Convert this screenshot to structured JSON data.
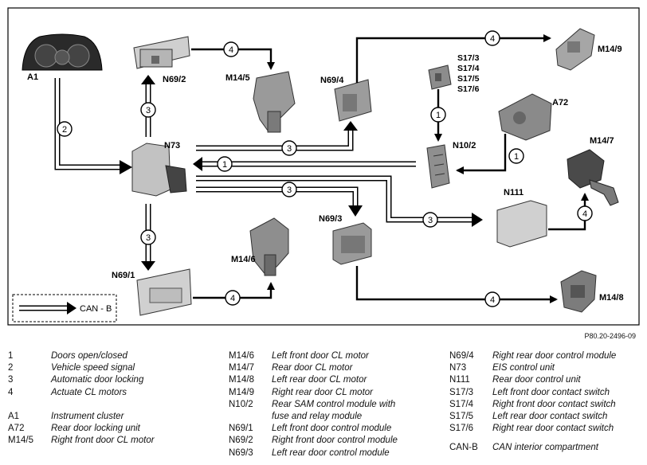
{
  "diagram": {
    "components": {
      "A1": "A1",
      "N69_2": "N69/2",
      "M14_5": "M14/5",
      "N69_4": "N69/4",
      "S17": [
        "S17/3",
        "S17/4",
        "S17/5",
        "S17/6"
      ],
      "M14_9": "M14/9",
      "A72": "A72",
      "N73": "N73",
      "N10_2": "N10/2",
      "M14_7": "M14/7",
      "N111": "N111",
      "N69_3": "N69/3",
      "M14_6": "M14/6",
      "N69_1": "N69/1",
      "M14_8": "M14/8"
    },
    "signals": {
      "a1_n73": "2",
      "n73_n692": "3",
      "n692_m145": "4",
      "n73_n694": "3",
      "n694_m149": "4",
      "s17_n102": "1",
      "a72_n102": "1",
      "n102_n73": "1",
      "n73_n693": "3",
      "n73_n111": "3",
      "n111_m147": "4",
      "n73_n691": "3",
      "n691_m146": "4",
      "n693_m148": "4"
    },
    "can_legend": "CAN - B"
  },
  "reference": "P80.20-2496-09",
  "legend": {
    "col1": [
      {
        "key": "1",
        "value": "Doors open/closed"
      },
      {
        "key": "2",
        "value": "Vehicle speed signal"
      },
      {
        "key": "3",
        "value": "Automatic door locking"
      },
      {
        "key": "4",
        "value": "Actuate CL motors"
      },
      {
        "key": "A1",
        "value": "Instrument cluster"
      },
      {
        "key": "A72",
        "value": "Rear door locking unit"
      },
      {
        "key": "M14/5",
        "value": "Right front door CL motor"
      }
    ],
    "col2": [
      {
        "key": "M14/6",
        "value": "Left front door CL motor"
      },
      {
        "key": "M14/7",
        "value": "Rear door CL motor"
      },
      {
        "key": "M14/8",
        "value": "Left rear door CL motor"
      },
      {
        "key": "M14/9",
        "value": "Right rear door CL motor"
      },
      {
        "key": "N10/2",
        "value": "Rear SAM control module with"
      },
      {
        "key": "",
        "value": "fuse and relay module"
      },
      {
        "key": "N69/1",
        "value": "Left front door control module"
      },
      {
        "key": "N69/2",
        "value": "Right front door control module"
      },
      {
        "key": "N69/3",
        "value": "Left rear door control module"
      }
    ],
    "col3": [
      {
        "key": "N69/4",
        "value": "Right rear door control module"
      },
      {
        "key": "N73",
        "value": "EIS control unit"
      },
      {
        "key": "N111",
        "value": "Rear door control unit"
      },
      {
        "key": "S17/3",
        "value": "Left front door contact switch"
      },
      {
        "key": "S17/4",
        "value": "Right front door contact switch"
      },
      {
        "key": "S17/5",
        "value": "Left rear door contact switch"
      },
      {
        "key": "S17/6",
        "value": "Right rear door contact switch"
      },
      {
        "key": "CAN-B",
        "value": "CAN interior compartment"
      }
    ]
  }
}
